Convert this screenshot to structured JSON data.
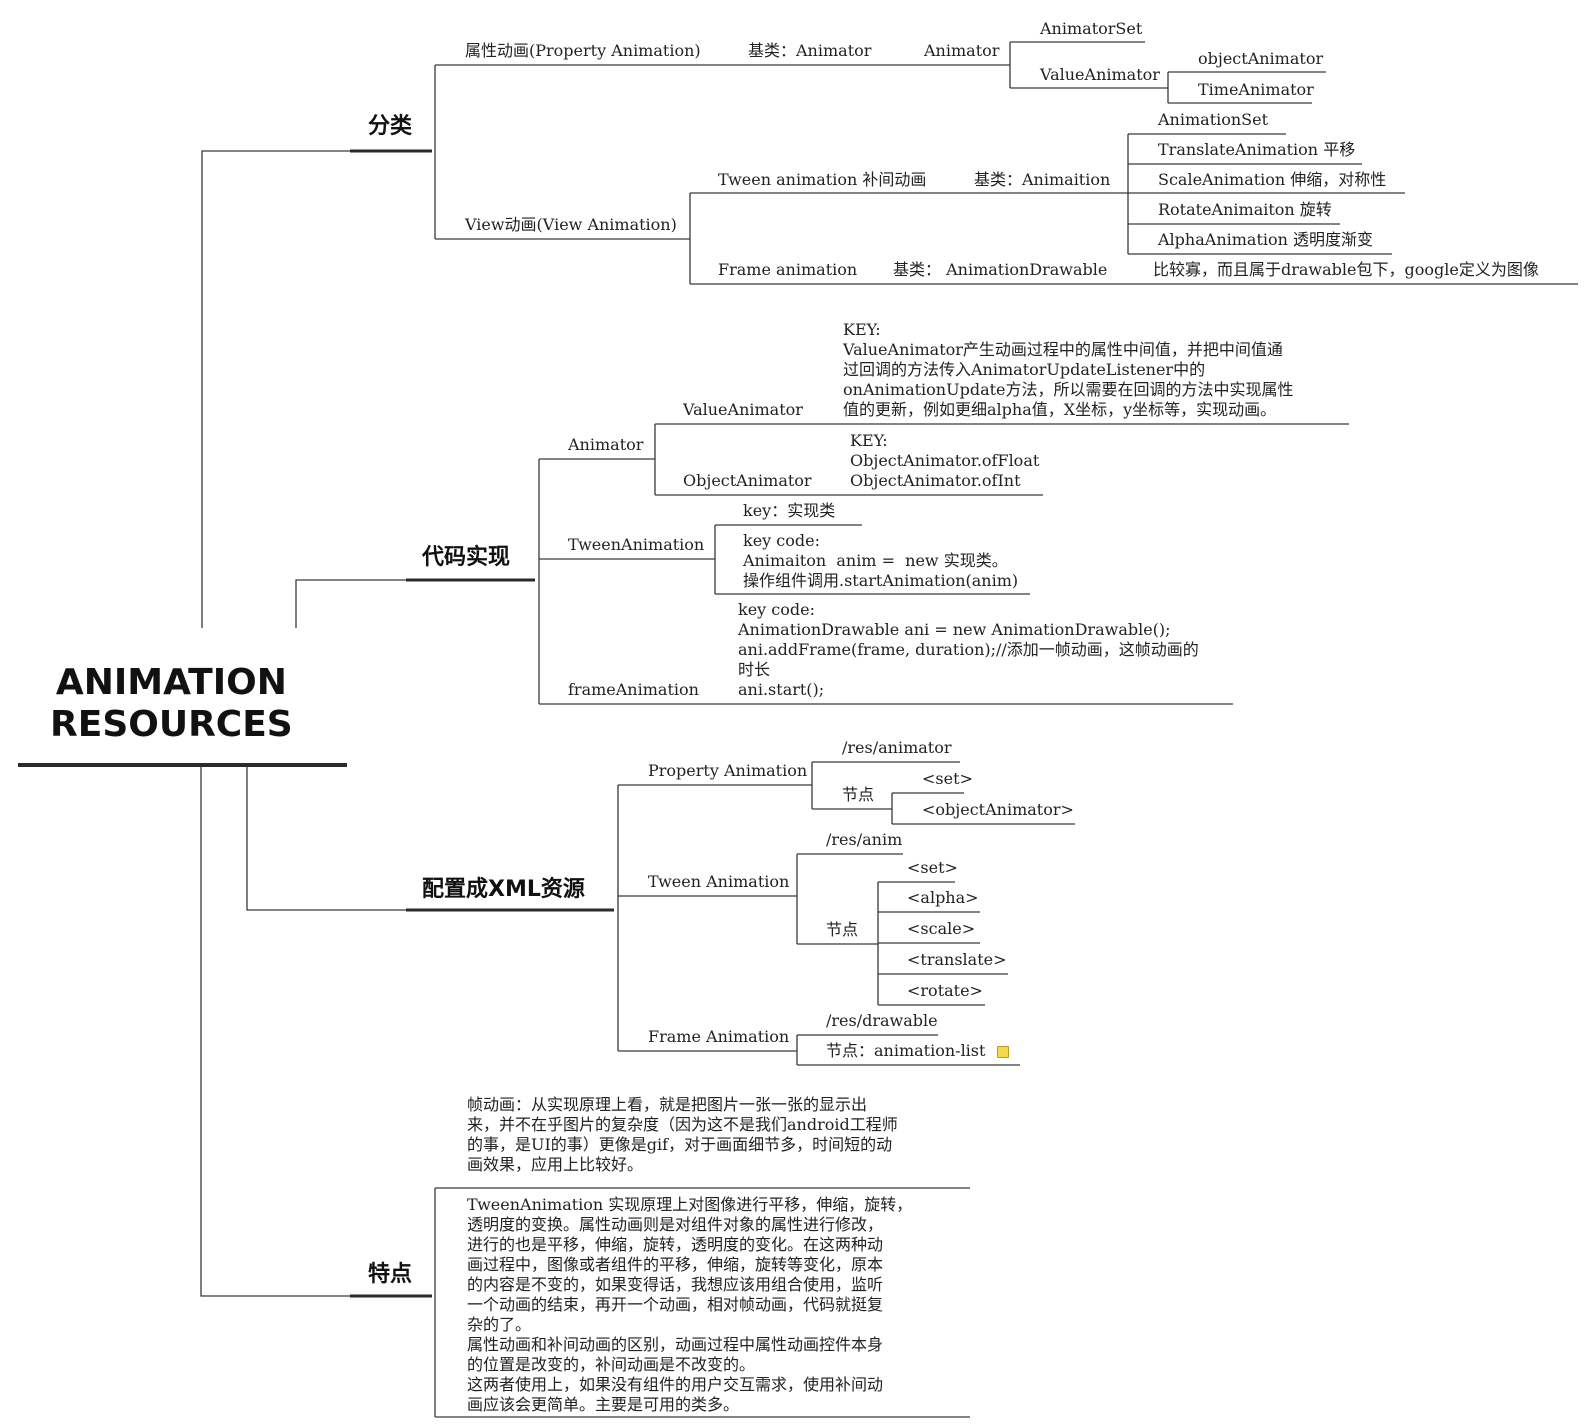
{
  "root": {
    "label": "ANIMATION\nRESOURCES"
  },
  "classification": {
    "label": "分类",
    "property": {
      "label": "属性动画(Property Animation)",
      "base": "基类：Animator",
      "animator": "Animator",
      "animator_children": [
        "AnimatorSet",
        "ValueAnimator"
      ],
      "value_animator_children": [
        "objectAnimator",
        "TimeAnimator"
      ]
    },
    "view": {
      "label": "View动画(View Animation)",
      "tween": {
        "label": "Tween animation 补间动画",
        "base": "基类：Animaition",
        "children": [
          "AnimationSet",
          "TranslateAnimation 平移",
          "ScaleAnimation 伸缩，对称性",
          "RotateAnimaiton 旋转",
          "AlphaAnimation 透明度渐变"
        ]
      },
      "frame": {
        "label": "Frame animation",
        "base": "基类： AnimationDrawable",
        "note": "比较寡，而且属于drawable包下，google定义为图像"
      }
    }
  },
  "code": {
    "label": "代码实现",
    "animator": {
      "label": "Animator",
      "value_animator": {
        "label": "ValueAnimator",
        "note": "KEY:\nValueAnimator产生动画过程中的属性中间值，并把中间值通\n过回调的方法传入AnimatorUpdateListener中的\nonAnimationUpdate方法，所以需要在回调的方法中实现属性\n值的更新，例如更细alpha值，X坐标，y坐标等，实现动画。"
      },
      "object_animator": {
        "label": "ObjectAnimator",
        "note": "KEY:\nObjectAnimator.ofFloat\nObjectAnimator.ofInt"
      }
    },
    "tween": {
      "label": "TweenAnimation",
      "key": "key：实现类",
      "code": "key code:\nAnimaiton  anim =  new 实现类。\n操作组件调用.startAnimation(anim)"
    },
    "frame": {
      "label": "frameAnimation",
      "code": "key code:\nAnimationDrawable ani = new AnimationDrawable();\nani.addFrame(frame, duration);//添加一帧动画，这帧动画的\n时长\nani.start();"
    }
  },
  "xml": {
    "label": "配置成XML资源",
    "property": {
      "label": "Property Animation",
      "path": "/res/animator",
      "node": "节点",
      "children": [
        "<set>",
        "<objectAnimator>"
      ]
    },
    "tween": {
      "label": "Tween Animation",
      "path": "/res/anim",
      "node": "节点",
      "children": [
        "<set>",
        "<alpha>",
        "<scale>",
        "<translate>",
        "<rotate>"
      ]
    },
    "frame": {
      "label": "Frame Animation",
      "path": "/res/drawable",
      "node": "节点：animation-list",
      "note_icon": "note-icon"
    }
  },
  "features": {
    "label": "特点",
    "frame_note": "帧动画：从实现原理上看，就是把图片一张一张的显示出\n来，并不在乎图片的复杂度（因为这不是我们android工程师\n的事，是UI的事）更像是gif，对于画面细节多，时间短的动\n画效果，应用上比较好。",
    "main_note": "TweenAnimation 实现原理上对图像进行平移，伸缩，旋转，\n透明度的变换。属性动画则是对组件对象的属性进行修改，\n进行的也是平移，伸缩，旋转，透明度的变化。在这两种动\n画过程中，图像或者组件的平移，伸缩，旋转等变化，原本\n的内容是不变的，如果变得话，我想应该用组合使用，监听\n一个动画的结束，再开一个动画，相对帧动画，代码就挺复\n杂的了。\n属性动画和补间动画的区别，动画过程中属性动画控件本身\n的位置是改变的，补间动画是不改变的。\n这两者使用上，如果没有组件的用户交互需求，使用补间动\n画应该会更简单。主要是可用的类多。"
  },
  "colors": {
    "line": "#3a3a3a",
    "branch_underline": "#2b2b2b",
    "note_icon": "#f6d94a"
  }
}
